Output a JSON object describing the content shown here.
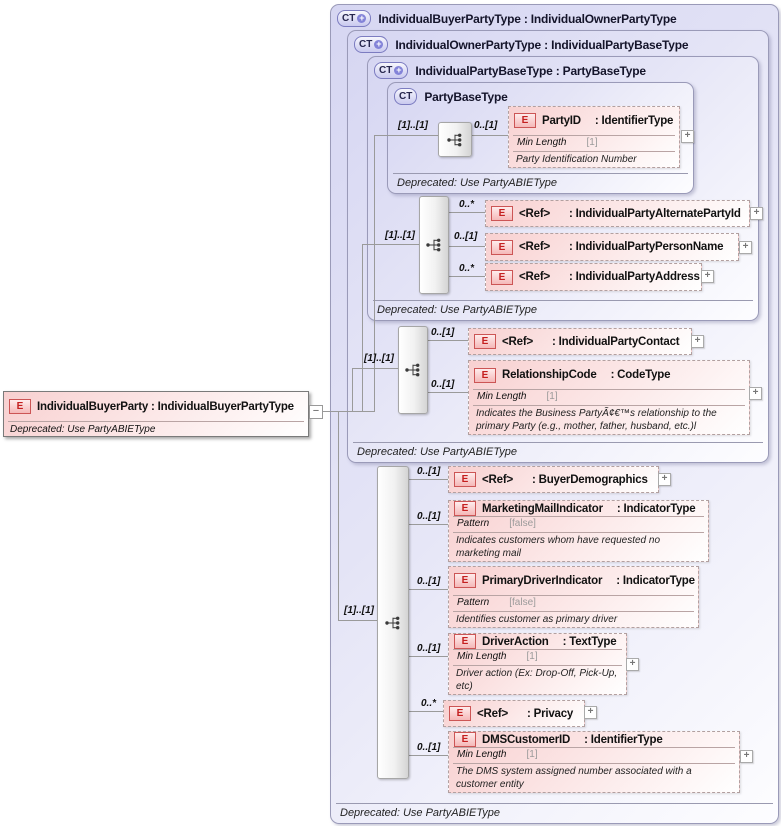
{
  "icons": {
    "ct": "CT",
    "e": "E",
    "plus_badge": "+",
    "expand": "+",
    "collapse": "−"
  },
  "root": {
    "label": "IndividualBuyerParty : IndividualBuyerPartyType",
    "deprecated": "Deprecated: Use PartyABIEType"
  },
  "containers": {
    "ct1": {
      "label": "IndividualBuyerPartyType : IndividualOwnerPartyType",
      "deprecated": "Deprecated: Use PartyABIEType"
    },
    "ct2": {
      "label": "IndividualOwnerPartyType : IndividualPartyBaseType",
      "deprecated": "Deprecated: Use PartyABIEType"
    },
    "ct3": {
      "label": "IndividualPartyBaseType : PartyBaseType",
      "deprecated": "Deprecated: Use PartyABIEType"
    },
    "ct4": {
      "label": "PartyBaseType",
      "deprecated": "Deprecated: Use PartyABIEType"
    }
  },
  "groups": [
    {
      "cardinality": "[1]..[1]"
    },
    {
      "cardinality": "[1]..[1]"
    },
    {
      "cardinality": "[1]..[1]"
    },
    {
      "cardinality": "[1]..[1]"
    }
  ],
  "elements": [
    {
      "cardinality": "0..[1]",
      "name": "PartyID",
      "type": ": IdentifierType",
      "facet": {
        "label": "Min Length",
        "value": "[1]"
      },
      "annotation": "Party Identification Number"
    },
    {
      "cardinality": "0..*",
      "name": "<Ref>",
      "type": ": IndividualPartyAlternatePartyId"
    },
    {
      "cardinality": "0..[1]",
      "name": "<Ref>",
      "type": ": IndividualPartyPersonName"
    },
    {
      "cardinality": "0..*",
      "name": "<Ref>",
      "type": ": IndividualPartyAddress"
    },
    {
      "cardinality": "0..[1]",
      "name": "<Ref>",
      "type": ": IndividualPartyContact"
    },
    {
      "cardinality": "0..[1]",
      "name": "RelationshipCode",
      "type": ": CodeType",
      "facet": {
        "label": "Min Length",
        "value": "[1]"
      },
      "annotation": "Indicates the Business PartyÃ¢€™s relationship to the primary Party (e.g., mother, father, husband, etc.)l"
    },
    {
      "cardinality": "0..[1]",
      "name": "<Ref>",
      "type": ": BuyerDemographics"
    },
    {
      "cardinality": "0..[1]",
      "name": "MarketingMailIndicator",
      "type": ": IndicatorType",
      "facet": {
        "label": "Pattern",
        "value": "[false]"
      },
      "annotation": "Indicates customers whom have requested no marketing mail"
    },
    {
      "cardinality": "0..[1]",
      "name": "PrimaryDriverIndicator",
      "type": ": IndicatorType",
      "facet": {
        "label": "Pattern",
        "value": "[false]"
      },
      "annotation": "Identifies customer as primary driver"
    },
    {
      "cardinality": "0..[1]",
      "name": "DriverAction",
      "type": ": TextType",
      "facet": {
        "label": "Min Length",
        "value": "[1]"
      },
      "annotation": "Driver action (Ex: Drop-Off, Pick-Up, etc)"
    },
    {
      "cardinality": "0..*",
      "name": "<Ref>",
      "type": ": Privacy"
    },
    {
      "cardinality": "0..[1]",
      "name": "DMSCustomerID",
      "type": ": IdentifierType",
      "facet": {
        "label": "Min Length",
        "value": "[1]"
      },
      "annotation": "The DMS system assigned number associated with a customer entity"
    }
  ]
}
